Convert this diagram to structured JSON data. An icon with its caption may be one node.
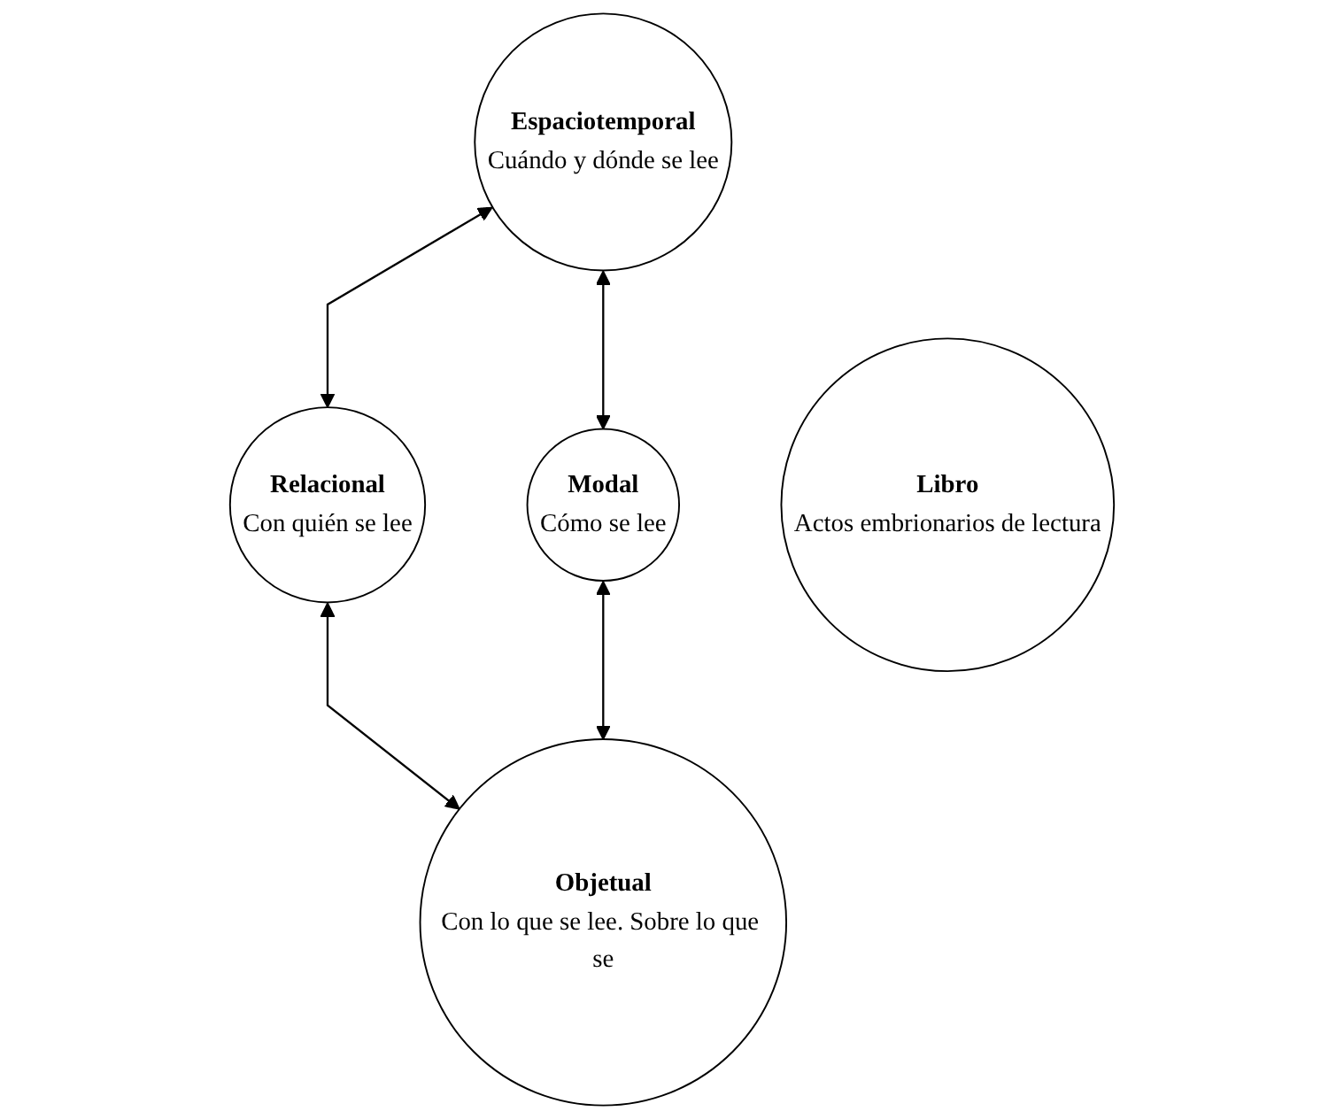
{
  "diagram": {
    "nodes": [
      {
        "text": [
          "Espaciotemporal",
          "Cuándo y dónde se lee"
        ]
      },
      {
        "text": [
          "Relacional",
          "Con quién se lee"
        ]
      },
      {
        "text": [
          "Libro",
          "Actos embrionarios de lectura"
        ]
      },
      {
        "text": [
          "Modal",
          "Cómo se lee"
        ]
      },
      {
        "text": [
          "Objetual",
          "Con lo que se lee. Sobre lo que se"
        ]
      }
    ],
    "edges": [
      {
        "from": 0,
        "to": 1,
        "arrow": "both"
      },
      {
        "from": 0,
        "to": 3,
        "arrow": "both"
      },
      {
        "from": 1,
        "to": 4,
        "arrow": "both"
      },
      {
        "from": 3,
        "to": 4,
        "arrow": "both"
      }
    ]
  }
}
